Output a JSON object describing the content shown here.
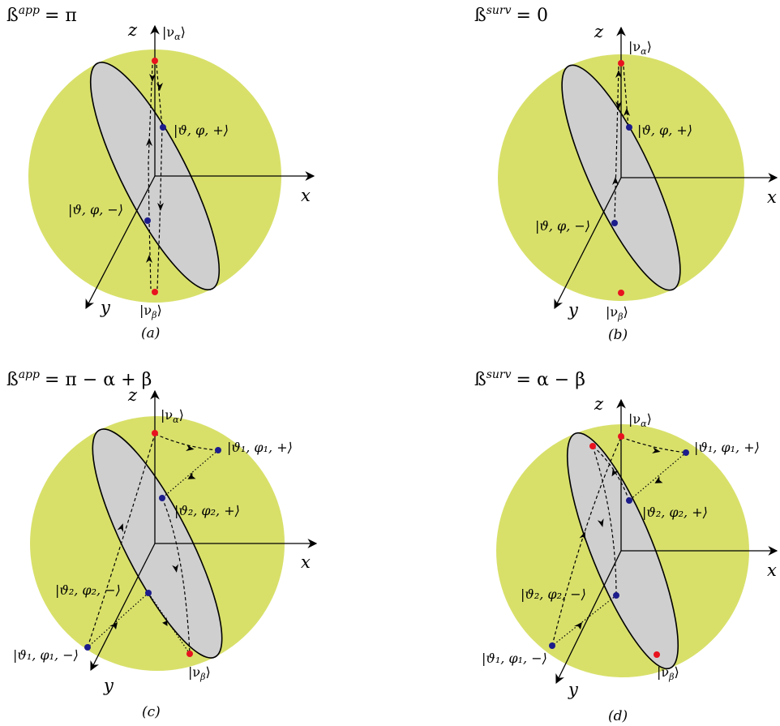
{
  "panels": [
    {
      "id": "a",
      "phase_sym": "ß",
      "phase_sup": "app",
      "phase_rhs": "= π",
      "caption": "(a)",
      "axis_z": "z",
      "axis_x": "x",
      "axis_y": "y",
      "ket_alpha": "|ν",
      "ket_alpha_sub": "α",
      "ket_beta": "|ν",
      "ket_beta_sub": "β",
      "ket_plus": "|ϑ, φ, +⟩",
      "ket_minus": "|ϑ, φ, −⟩"
    },
    {
      "id": "b",
      "phase_sym": "ß",
      "phase_sup": "surv",
      "phase_rhs": "= 0",
      "caption": "(b)",
      "axis_z": "z",
      "axis_x": "x",
      "axis_y": "y",
      "ket_alpha": "|ν",
      "ket_alpha_sub": "α",
      "ket_beta": "|ν",
      "ket_beta_sub": "β",
      "ket_plus": "|ϑ, φ, +⟩",
      "ket_minus": "|ϑ, φ, −⟩"
    },
    {
      "id": "c",
      "phase_sym": "ß",
      "phase_sup": "app",
      "phase_rhs": "= π − α + β",
      "caption": "(c)",
      "axis_z": "z",
      "axis_x": "x",
      "axis_y": "y",
      "ket_alpha": "|ν",
      "ket_alpha_sub": "α",
      "ket_beta": "|ν",
      "ket_beta_sub": "β",
      "ket_1_plus": "|ϑ₁, φ₁, +⟩",
      "ket_2_plus": "|ϑ₂, φ₂, +⟩",
      "ket_2_minus": "|ϑ₂, φ₂, −⟩",
      "ket_1_minus": "|ϑ₁, φ₁, −⟩"
    },
    {
      "id": "d",
      "phase_sym": "ß",
      "phase_sup": "surv",
      "phase_rhs": "= α − β",
      "caption": "(d)",
      "axis_z": "z",
      "axis_x": "x",
      "axis_y": "y",
      "ket_alpha": "|ν",
      "ket_alpha_sub": "α",
      "ket_beta": "|ν",
      "ket_beta_sub": "β",
      "ket_1_plus": "|ϑ₁, φ₁, +⟩",
      "ket_2_plus": "|ϑ₂, φ₂, +⟩",
      "ket_2_minus": "|ϑ₂, φ₂, −⟩",
      "ket_1_minus": "|ϑ₁, φ₁, −⟩"
    }
  ],
  "colors": {
    "sphere": "#d8e06a",
    "disk": "#cfcfcf",
    "state_nu": "#e8131f",
    "state_eigen": "#1c1c8c"
  },
  "ket_close": "⟩"
}
